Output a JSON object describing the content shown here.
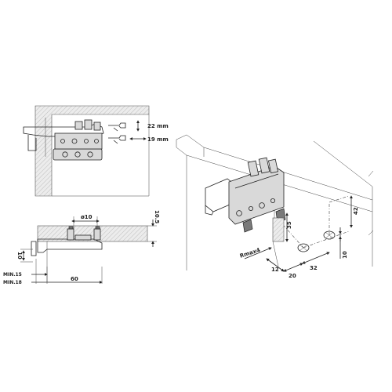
{
  "title": "",
  "views": {
    "top_view": {
      "adjust_height": "22 mm",
      "adjust_depth": "19 mm"
    },
    "side_view": {
      "hole_diameter": "ø10",
      "depth_top": "10.5",
      "depth_left": "10",
      "min_a": "MIN.15",
      "min_b": "MIN.18",
      "dist_60": "60"
    },
    "iso_view": {
      "radius_label": "Rmax4",
      "dim_35": "35",
      "dim_42": "42",
      "dim_12": "12",
      "dim_20": "20",
      "dim_32": "32",
      "dim_10": "10"
    }
  }
}
